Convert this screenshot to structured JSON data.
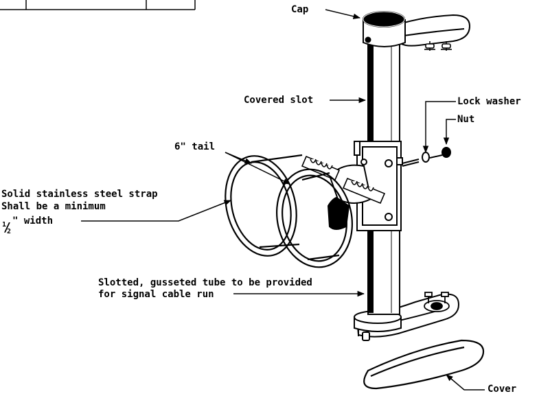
{
  "labels": {
    "cap": "Cap",
    "covered_slot": "Covered slot",
    "lock_washer": "Lock washer",
    "nut": "Nut",
    "tail": "6\" tail",
    "strap_line1": "Solid stainless steel strap",
    "strap_line2": "Shall be a minimum",
    "strap_frac_num": "1",
    "strap_frac_den": "2",
    "strap_line3_suffix": "\" width",
    "tube_line1": "Slotted, gusseted tube to be provided",
    "tube_line2": "for signal cable run",
    "cover": "Cover"
  }
}
